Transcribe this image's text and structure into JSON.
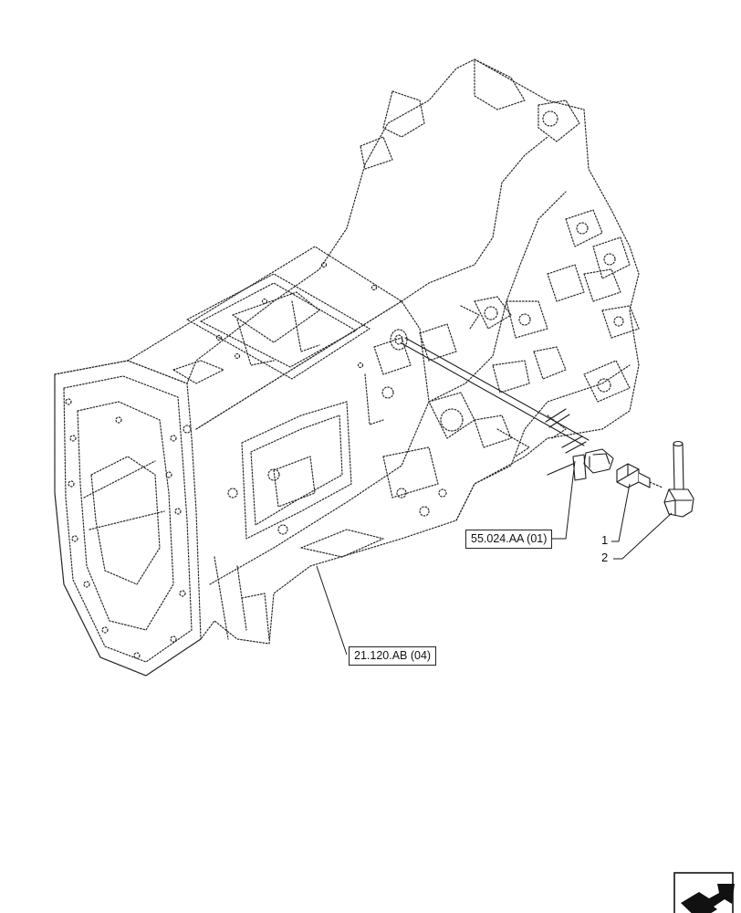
{
  "references": {
    "ref_top": "55.024.AA (01)",
    "ref_bottom": "21.120.AB (04)"
  },
  "callouts": {
    "item_1": "1",
    "item_2": "2"
  },
  "icons": {
    "nav": "next-page-arrow-icon"
  },
  "colors": {
    "line": "#1a1a1a",
    "background": "#ffffff"
  }
}
